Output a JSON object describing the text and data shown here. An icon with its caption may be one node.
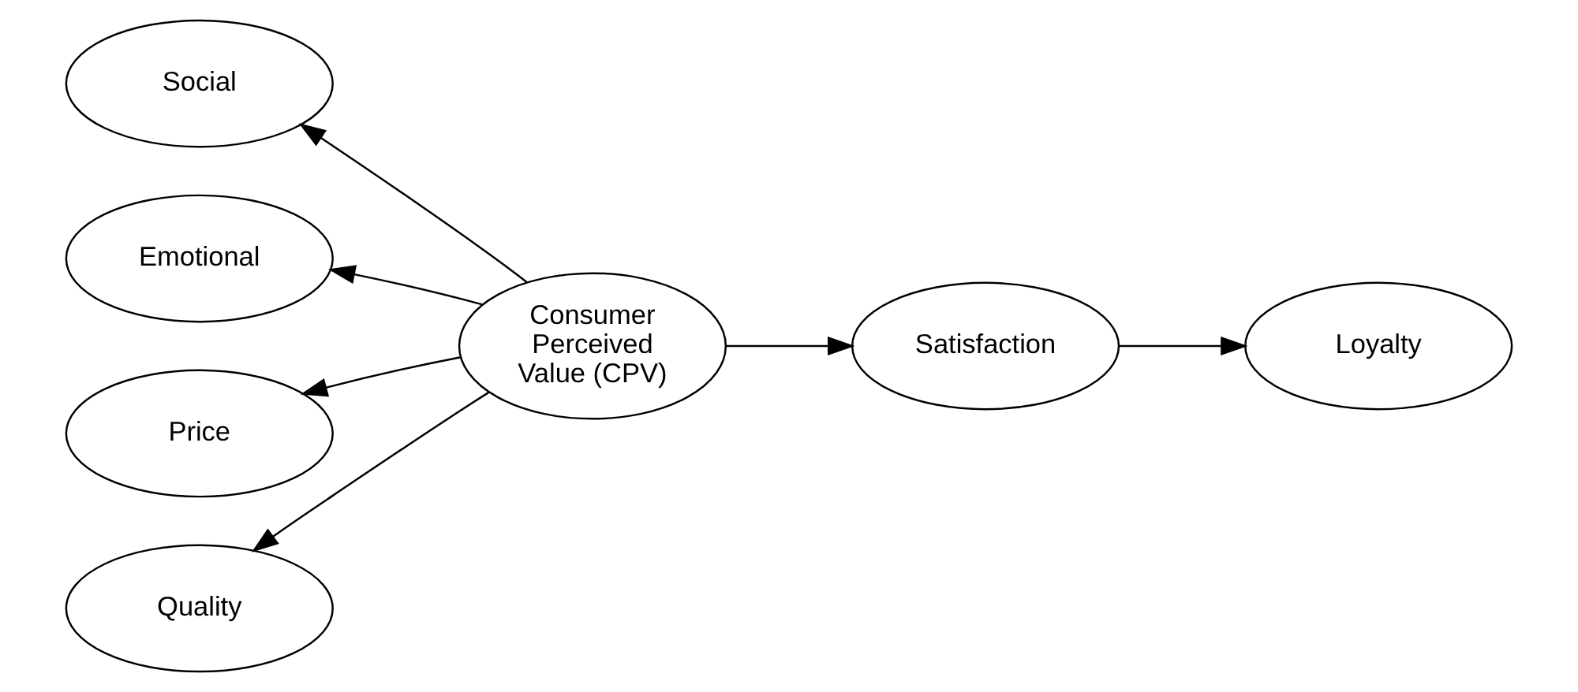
{
  "diagram": {
    "nodes": [
      {
        "text": [
          "Social"
        ]
      },
      {
        "text": [
          "Emotional"
        ]
      },
      {
        "text": [
          "Price"
        ]
      },
      {
        "text": [
          "Quality"
        ]
      },
      {
        "text": [
          "Consumer Perceived Value (CPV)"
        ]
      },
      {
        "text": [
          "Satisfaction"
        ]
      },
      {
        "text": [
          "Loyalty"
        ]
      }
    ],
    "edges": [
      {
        "from": 4,
        "to": 0,
        "arrow": "to"
      },
      {
        "from": 4,
        "to": 1,
        "arrow": "to"
      },
      {
        "from": 4,
        "to": 2,
        "arrow": "to"
      },
      {
        "from": 4,
        "to": 3,
        "arrow": "to"
      },
      {
        "from": 4,
        "to": 5,
        "arrow": "to"
      },
      {
        "from": 5,
        "to": 6,
        "arrow": "to"
      }
    ]
  }
}
